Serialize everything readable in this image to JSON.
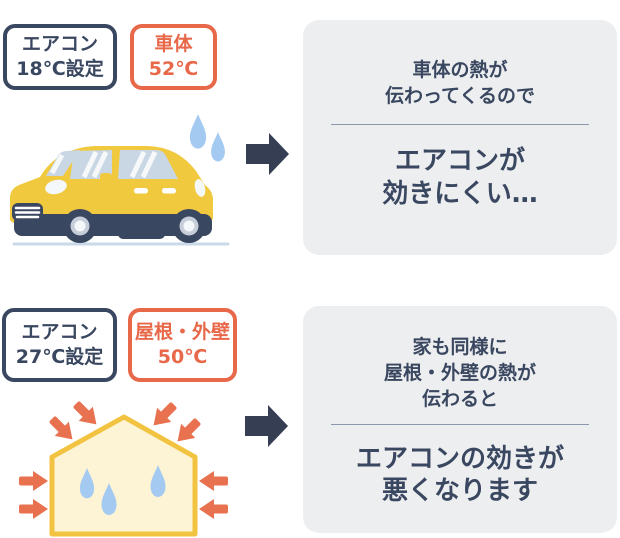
{
  "colors": {
    "navy": "#3A4760",
    "arrow_navy": "#353E53",
    "badge_orange": "#E8684A",
    "heat_orange": "#E8714F",
    "panel_bg": "#EDEEEF",
    "divider": "#8B97AB",
    "car_yellow": "#F1C93F",
    "window_blue": "#C9D6E4",
    "wheel_ring": "#C7CDD9",
    "drop_blue": "#A5CAF2",
    "house_fill": "#FCF4D5",
    "house_border": "#F2C340",
    "ground": "#C9D9E7"
  },
  "car_section": {
    "aircon_badge": {
      "line1": "エアコン",
      "line2": "18℃設定"
    },
    "temp_badge": {
      "line1": "車体",
      "line2": "52℃"
    },
    "illustration": "yellow-car-with-sweat-drops",
    "panel": {
      "cause_line1": "車体の熱が",
      "cause_line2": "伝わってくるので",
      "effect_line1": "エアコンが",
      "effect_line2": "効きにくい…"
    }
  },
  "house_section": {
    "aircon_badge": {
      "line1": "エアコン",
      "line2": "27℃設定"
    },
    "temp_badge": {
      "line1": "屋根・外壁",
      "line2": "50℃"
    },
    "illustration": "house-with-heat-arrows-and-sweat-drops",
    "panel": {
      "cause_line1": "家も同様に",
      "cause_line2": "屋根・外壁の熱が",
      "cause_line3": "伝わると",
      "effect_line1": "エアコンの効きが",
      "effect_line2": "悪くなります"
    }
  }
}
